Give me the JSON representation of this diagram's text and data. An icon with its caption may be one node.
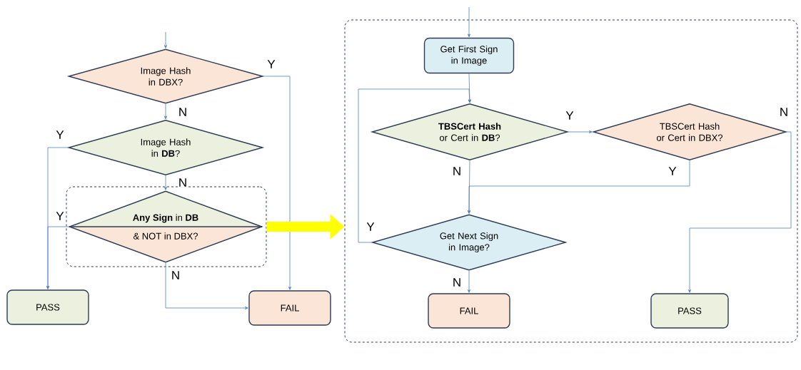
{
  "diagram": {
    "nodes": [
      {
        "text": [
          "Image Hash in DBX?"
        ]
      },
      {
        "text": [
          "Image Hash in **DB**?"
        ]
      },
      {
        "text": [],
        "shape": "box"
      },
      {
        "text": [
          "**Any Sign** in **DB**",
          "& NOT in DBX?"
        ],
        "in": 2
      },
      {
        "text": [
          "PASS"
        ]
      },
      {
        "text": [
          "FAIL"
        ]
      },
      {
        "text": [],
        "shape": "box"
      },
      {
        "text": [
          "Get First Sign in Image"
        ],
        "in": 6
      },
      {
        "text": [
          "**TBSCert Hash** or Cert in **DB**?"
        ],
        "in": 6
      },
      {
        "text": [
          "TBSCert Hash or Cert in DBX?"
        ],
        "in": 6
      },
      {
        "text": [
          "Get Next Sign in Image?"
        ],
        "in": 6
      },
      {
        "text": [
          "FAIL"
        ],
        "in": 6
      },
      {
        "text": [
          "PASS"
        ],
        "in": 6
      }
    ],
    "edges": [
      {
        "from": null,
        "to": 0,
        "arrow": "to"
      },
      {
        "from": 0,
        "to": 5,
        "arrow": "to",
        "label": "Y"
      },
      {
        "from": 0,
        "to": 1,
        "arrow": "to",
        "label": "N"
      },
      {
        "from": 1,
        "to": 4,
        "arrow": "to",
        "label": "Y"
      },
      {
        "from": 1,
        "to": 3,
        "arrow": "to",
        "label": "N"
      },
      {
        "from": 3,
        "to": 4,
        "arrow": "to",
        "label": "Y"
      },
      {
        "from": 3,
        "to": 5,
        "arrow": "to",
        "label": "N"
      },
      {
        "from": 2,
        "to": 6,
        "arrow": "to",
        "style": "thick",
        "color": "#ffff00"
      },
      {
        "from": null,
        "to": 7,
        "arrow": "to"
      },
      {
        "from": 7,
        "to": 8,
        "arrow": "to"
      },
      {
        "from": 8,
        "to": 9,
        "arrow": "to",
        "label": "Y"
      },
      {
        "from": 8,
        "to": 10,
        "arrow": "to",
        "label": "N"
      },
      {
        "from": 9,
        "to": 10,
        "arrow": "to",
        "label": "Y"
      },
      {
        "from": 9,
        "to": 12,
        "arrow": "to",
        "label": "N"
      },
      {
        "from": 10,
        "to": 8,
        "arrow": "to",
        "label": "Y"
      },
      {
        "from": 10,
        "to": 11,
        "arrow": "to",
        "label": "N"
      }
    ]
  }
}
